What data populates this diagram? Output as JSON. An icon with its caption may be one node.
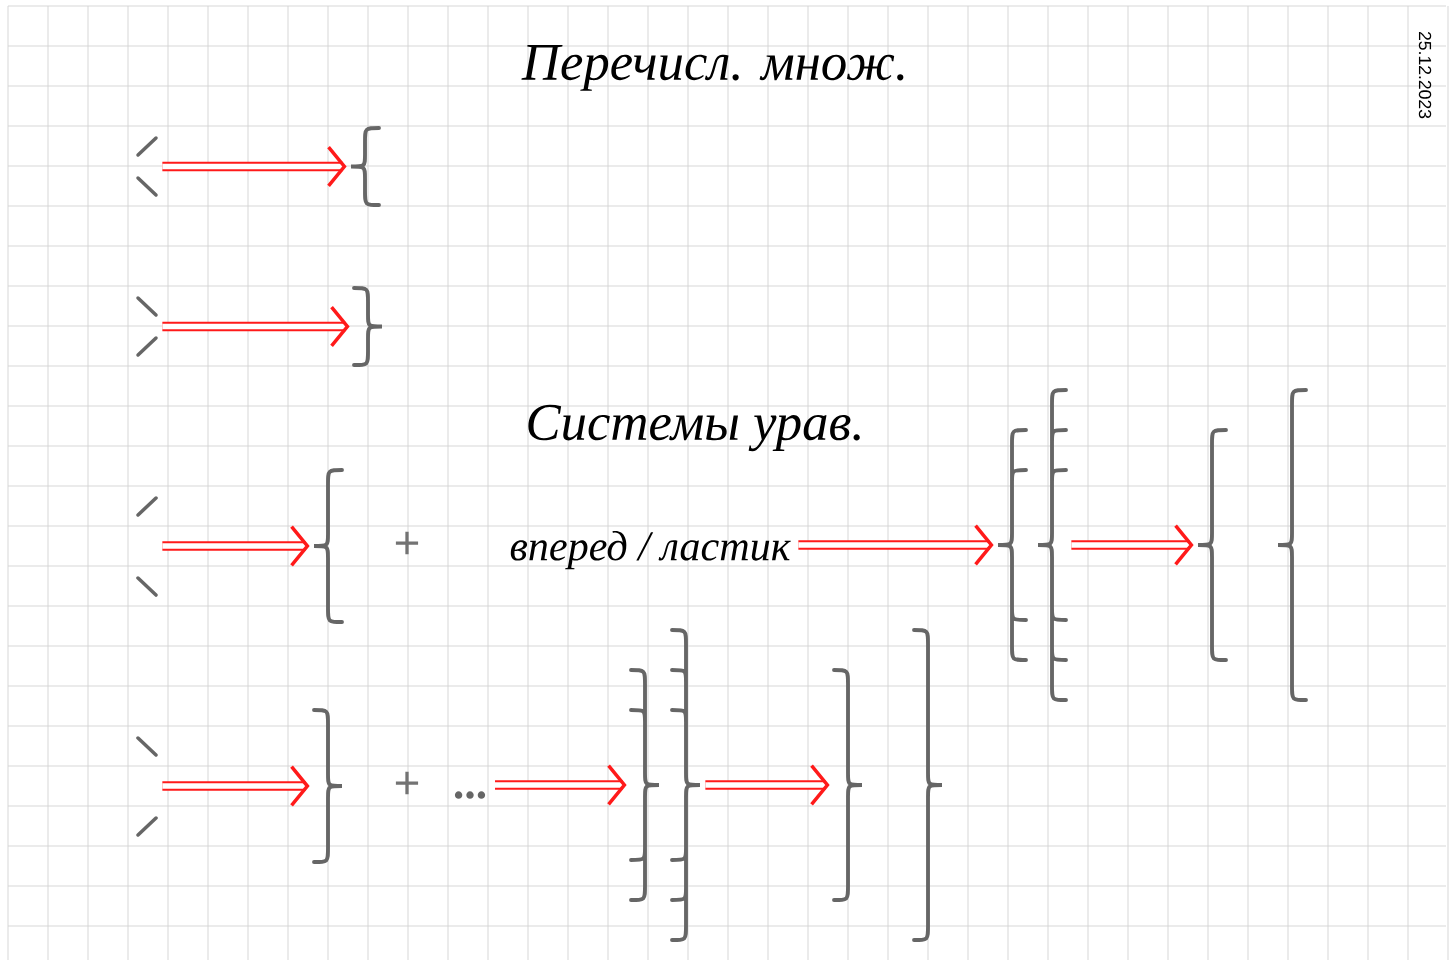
{
  "diagram": {
    "title": "Перечисл. множ.",
    "nodes": [
      {
        "text": [],
        "shape": "lines"
      },
      {
        "text": [],
        "shape": "brace"
      },
      {
        "text": [],
        "shape": "lines"
      },
      {
        "text": [],
        "shape": "brace"
      },
      {
        "text": [],
        "shape": "lines"
      },
      {
        "text": [],
        "shape": "brace"
      },
      {
        "text": [
          "вперед / ластик"
        ]
      },
      {
        "text": [],
        "shape": "brace"
      },
      {
        "text": [],
        "shape": "brace"
      },
      {
        "text": [],
        "shape": "lines"
      },
      {
        "text": [],
        "shape": "brace"
      },
      {
        "text": [
          "..."
        ]
      },
      {
        "text": [],
        "shape": "brace"
      },
      {
        "text": [],
        "shape": "brace"
      }
    ],
    "edges": [
      {
        "from": 0,
        "to": 1,
        "arrow": "to"
      },
      {
        "from": 2,
        "to": 3,
        "arrow": "to"
      },
      {
        "from": 4,
        "to": 5,
        "arrow": "to"
      },
      {
        "from": 6,
        "to": 7,
        "arrow": "to"
      },
      {
        "from": 7,
        "to": 8,
        "arrow": "to"
      },
      {
        "from": 9,
        "to": 10,
        "arrow": "to"
      },
      {
        "from": 11,
        "to": 12,
        "arrow": "to"
      },
      {
        "from": 12,
        "to": 13,
        "arrow": "to"
      }
    ],
    "labels": [
      "25.12.2023",
      "Системы урав.",
      "+",
      "+"
    ]
  }
}
